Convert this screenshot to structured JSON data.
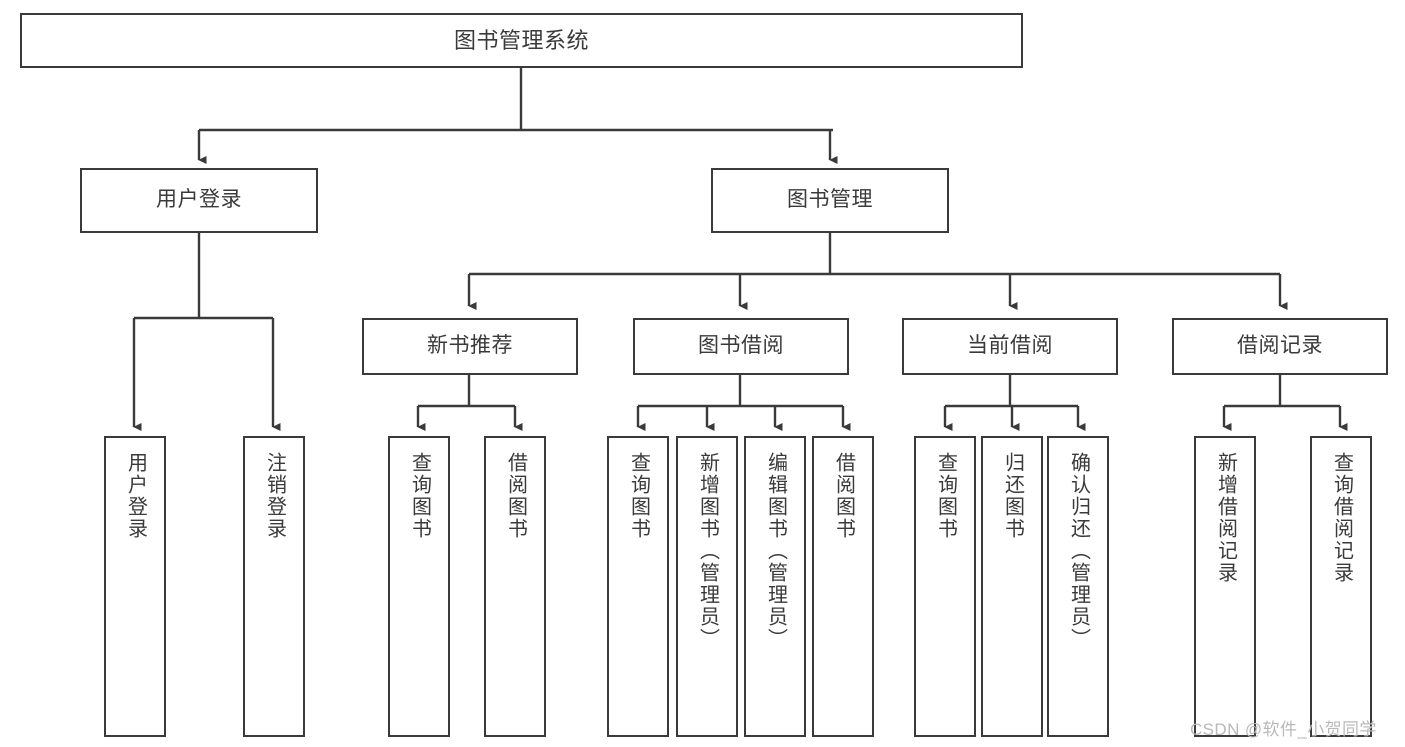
{
  "diagram": {
    "type": "tree-hierarchy-chart",
    "title": "图书管理系统",
    "stroke_color": "#3a3a3a",
    "fill_color": "#ffffff",
    "nodes": {
      "root": {
        "label": "图书管理系统",
        "level": 0
      },
      "user_login": {
        "label": "用户登录",
        "level": 1
      },
      "book_manage": {
        "label": "图书管理",
        "level": 1
      },
      "new_book_rec": {
        "label": "新书推荐",
        "level": 2
      },
      "book_borrow": {
        "label": "图书借阅",
        "level": 2
      },
      "current_borrow": {
        "label": "当前借阅",
        "level": 2
      },
      "borrow_record": {
        "label": "借阅记录",
        "level": 2
      },
      "leaf_user_login": {
        "label": "用户登录",
        "level": 3
      },
      "leaf_logout": {
        "label": "注销登录",
        "level": 3
      },
      "leaf_query_book_1": {
        "label": "查询图书",
        "level": 3
      },
      "leaf_borrow_book_1": {
        "label": "借阅图书",
        "level": 3
      },
      "leaf_query_book_2": {
        "label": "查询图书",
        "level": 3
      },
      "leaf_add_book": {
        "label": "新增图书（管理员）",
        "level": 3
      },
      "leaf_edit_book": {
        "label": "编辑图书（管理员）",
        "level": 3
      },
      "leaf_borrow_book_2": {
        "label": "借阅图书",
        "level": 3
      },
      "leaf_query_book_3": {
        "label": "查询图书",
        "level": 3
      },
      "leaf_return_book": {
        "label": "归还图书",
        "level": 3
      },
      "leaf_confirm_return": {
        "label": "确认归还（管理员）",
        "level": 3
      },
      "leaf_add_record": {
        "label": "新增借阅记录",
        "level": 3
      },
      "leaf_query_record": {
        "label": "查询借阅记录",
        "level": 3
      }
    },
    "edges": [
      {
        "from": "root",
        "to": "user_login"
      },
      {
        "from": "root",
        "to": "book_manage"
      },
      {
        "from": "user_login",
        "to": "leaf_user_login"
      },
      {
        "from": "user_login",
        "to": "leaf_logout"
      },
      {
        "from": "book_manage",
        "to": "new_book_rec"
      },
      {
        "from": "book_manage",
        "to": "book_borrow"
      },
      {
        "from": "book_manage",
        "to": "current_borrow"
      },
      {
        "from": "book_manage",
        "to": "borrow_record"
      },
      {
        "from": "new_book_rec",
        "to": "leaf_query_book_1"
      },
      {
        "from": "new_book_rec",
        "to": "leaf_borrow_book_1"
      },
      {
        "from": "book_borrow",
        "to": "leaf_query_book_2"
      },
      {
        "from": "book_borrow",
        "to": "leaf_add_book"
      },
      {
        "from": "book_borrow",
        "to": "leaf_edit_book"
      },
      {
        "from": "book_borrow",
        "to": "leaf_borrow_book_2"
      },
      {
        "from": "current_borrow",
        "to": "leaf_query_book_3"
      },
      {
        "from": "current_borrow",
        "to": "leaf_return_book"
      },
      {
        "from": "current_borrow",
        "to": "leaf_confirm_return"
      },
      {
        "from": "borrow_record",
        "to": "leaf_add_record"
      },
      {
        "from": "borrow_record",
        "to": "leaf_query_record"
      }
    ]
  },
  "watermark": {
    "text": "CSDN @软件_小贺同学"
  }
}
